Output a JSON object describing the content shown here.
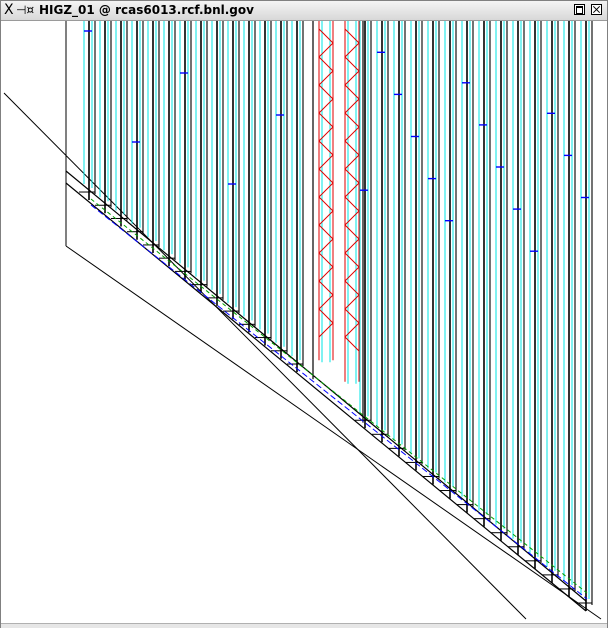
{
  "window": {
    "title": "HIGZ_01 @ rcas6013.rcf.bnl.gov",
    "app_icon": "x-logo-icon",
    "pin_icon": "pin-icon",
    "buttons": {
      "maximize": "maximize-icon",
      "close": "close-icon"
    }
  },
  "drawing": {
    "colors": {
      "structure": "#000000",
      "layers": "#00e5e5",
      "hits": "#0000ff",
      "track": "#00a000",
      "zigzag": "#e00000"
    },
    "description_elements": [
      "detector-outline",
      "layer-planes",
      "zigzag-cells",
      "dashed-tracks"
    ]
  }
}
